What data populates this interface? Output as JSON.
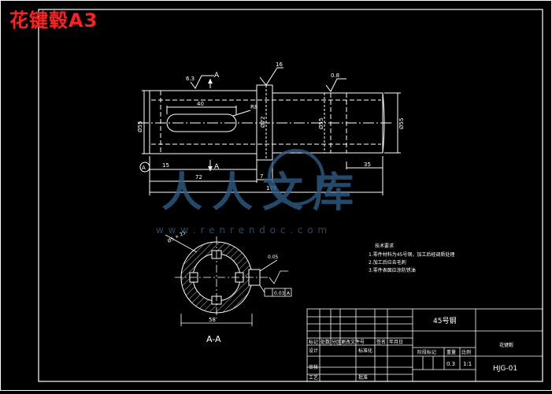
{
  "title": "花键毂A3",
  "colors": {
    "background": "#000000",
    "line": "#ffffff",
    "title": "#ff2020",
    "watermark": "#2d5d86"
  },
  "drawing": {
    "section_mark": "A",
    "dims": {
      "slot_len": "40",
      "overall_len": "178",
      "left_len": "72",
      "step": "7",
      "offset_left": "15",
      "offset_right": "35",
      "dia_left": "Ø55",
      "dia_mid": "Ø72",
      "dia_right_inner": "Ø55",
      "dia_right": "Ø55",
      "radius": "R8",
      "rough_left": "6.3",
      "rough_top": "16",
      "rough_right": "0.8",
      "datum": "A",
      "sec_dia": "58",
      "sec_label_top": "Ø5 × 25",
      "sec_chamfer": "0.05",
      "tolerance_value": "0.03",
      "tolerance_datum": "A"
    },
    "section_label": "A-A"
  },
  "notes": {
    "title": "技术要求",
    "items": [
      "1.零件材料为45号钢，加工后经调质处理",
      "2.加工后应去毛刺",
      "3.零件表面应涂防锈油"
    ]
  },
  "title_block": {
    "material": "45号钢",
    "part_name": "花键毂",
    "drawing_no": "HJG-01",
    "headers": [
      "标记",
      "处数",
      "分区",
      "更改文件号",
      "签名",
      "年月日"
    ],
    "labels": {
      "design": "设计",
      "standardize": "标准化",
      "review": "审核",
      "process": "工艺",
      "approve": "批准",
      "stage_mark": "阶段标记",
      "weight": "重量",
      "scale": "比例"
    },
    "weight": "0.3",
    "scale": "1:1"
  },
  "watermark": {
    "text": "人人文库",
    "url": "w w w . r e n r e n d o c . c o m"
  }
}
